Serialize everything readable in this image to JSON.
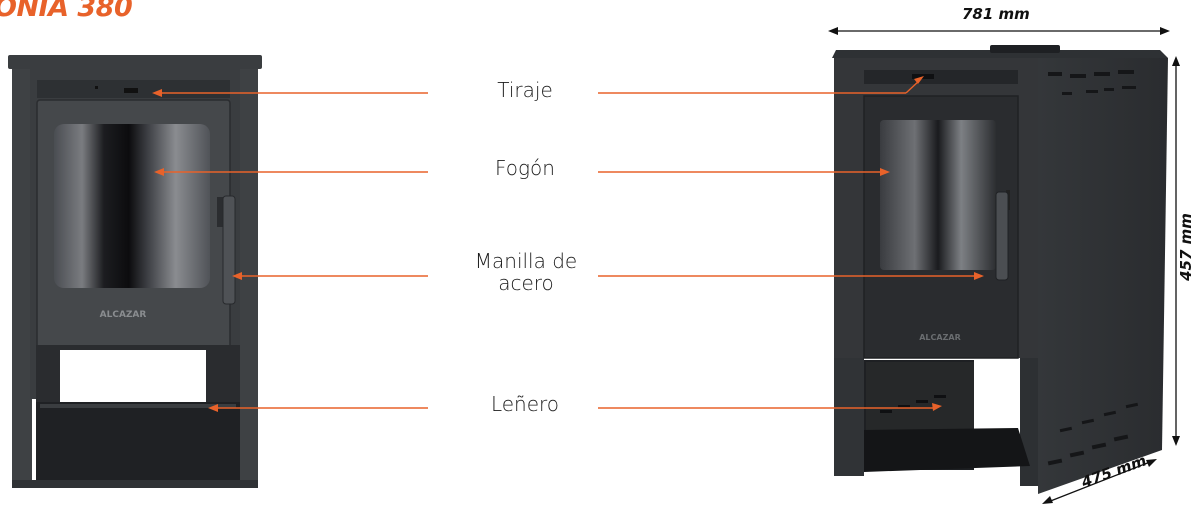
{
  "title": "ONIA 380",
  "brand_plate": "ALCAZAR",
  "labels": {
    "tiraje": "Tiraje",
    "fogon": "Fogón",
    "manilla_line1": "Manilla de",
    "manilla_line2": "acero",
    "lenero": "Leñero"
  },
  "dimensions": {
    "width": "781 mm",
    "height": "457 mm",
    "depth": "475 mm"
  },
  "colors": {
    "accent": "#e8622a",
    "stove_body": "#3c4043",
    "stove_dark": "#24272a"
  }
}
